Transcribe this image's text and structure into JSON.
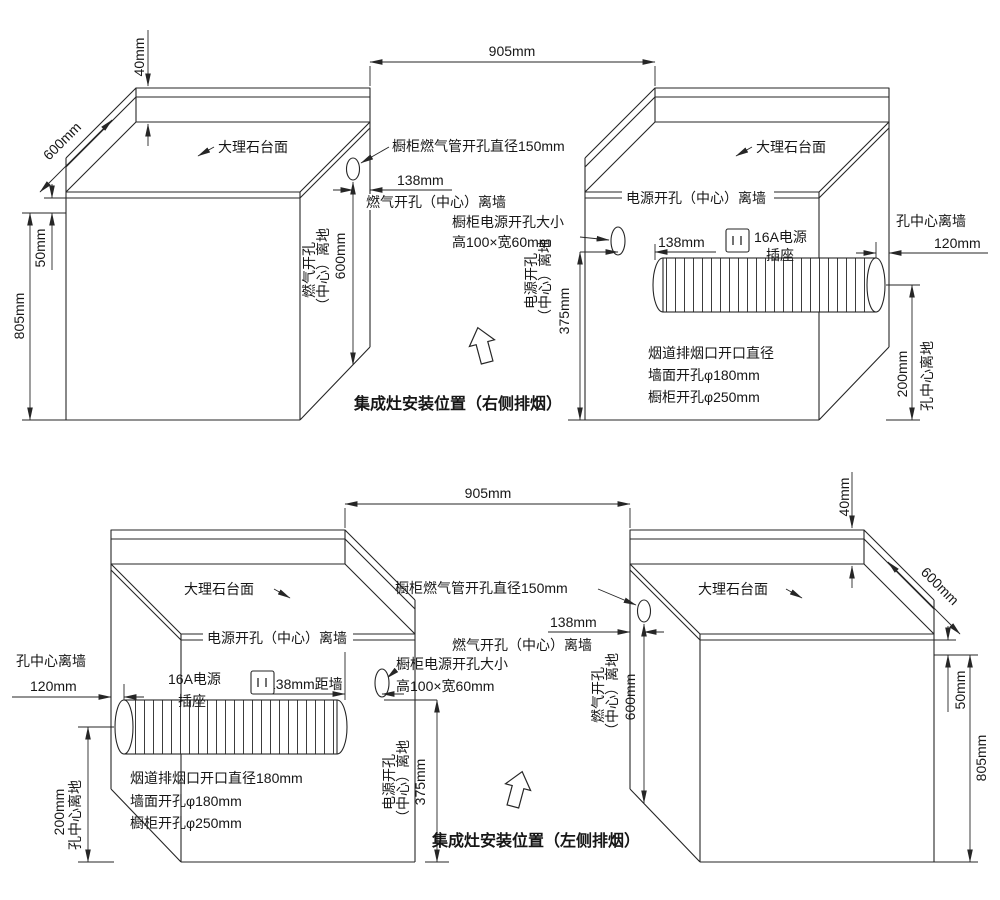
{
  "colors": {
    "line": "#262626",
    "text": "#161616",
    "background": "#ffffff"
  },
  "top_diagram": {
    "title": "集成灶安装位置（右侧排烟）",
    "gap_width": "905mm",
    "left_cabinet": {
      "surface_label": "大理石台面",
      "backsplash_height": "40mm",
      "depth": "600mm",
      "counter_thickness": "50mm",
      "counter_height": "805mm"
    },
    "gas": {
      "hole_label": "橱柜燃气管开孔直径150mm",
      "wall_offset": "138mm",
      "wall_label": "燃气开孔（中心）离墙",
      "floor_label_line1": "燃气开孔",
      "floor_label_line2": "（中心）离地",
      "floor_offset": "600mm"
    },
    "power": {
      "wall_label": "电源开孔（中心）离墙",
      "hole_size_line1": "橱柜电源开孔大小",
      "hole_size_line2": "高100×宽60mm",
      "wall_offset": "138mm",
      "socket_line1": "16A电源",
      "socket_line2": "插座",
      "floor_label_line1": "电源开孔",
      "floor_label_line2": "（中心）离地",
      "floor_offset": "375mm"
    },
    "right_cabinet": {
      "surface_label": "大理石台面",
      "flue_wall_label": "孔中心离墙",
      "flue_wall_offset": "120mm",
      "flue_note1": "烟道排烟口开口直径",
      "flue_note2": "墙面开孔φ180mm",
      "flue_note3": "橱柜开孔φ250mm",
      "flue_floor_offset": "200mm",
      "flue_floor_label": "孔中心离地"
    }
  },
  "bottom_diagram": {
    "title": "集成灶安装位置（左侧排烟）",
    "gap_width": "905mm",
    "right_cabinet": {
      "surface_label": "大理石台面",
      "backsplash_height": "40mm",
      "depth": "600mm",
      "counter_thickness": "50mm",
      "counter_height": "805mm"
    },
    "gas": {
      "hole_label": "橱柜燃气管开孔直径150mm",
      "wall_offset": "138mm",
      "wall_label": "燃气开孔（中心）离墙",
      "floor_label_line1": "燃气开孔",
      "floor_label_line2": "（中心）离地",
      "floor_offset": "600mm"
    },
    "power": {
      "wall_label": "电源开孔（中心）离墙",
      "hole_size_line1": "橱柜电源开孔大小",
      "hole_size_line2": "高100×宽60mm",
      "wall_offset": "138mm距墙",
      "socket_line1": "16A电源",
      "socket_line2": "插座",
      "floor_label_line1": "电源开孔",
      "floor_label_line2": "（中心）离地",
      "floor_offset": "375mm"
    },
    "left_cabinet": {
      "surface_label": "大理石台面",
      "flue_wall_label": "孔中心离墙",
      "flue_wall_offset": "120mm",
      "flue_note1": "烟道排烟口开口直径180mm",
      "flue_note2": "墙面开孔φ180mm",
      "flue_note3": "橱柜开孔φ250mm",
      "flue_floor_offset": "200mm",
      "flue_floor_label": "孔中心离地"
    }
  }
}
